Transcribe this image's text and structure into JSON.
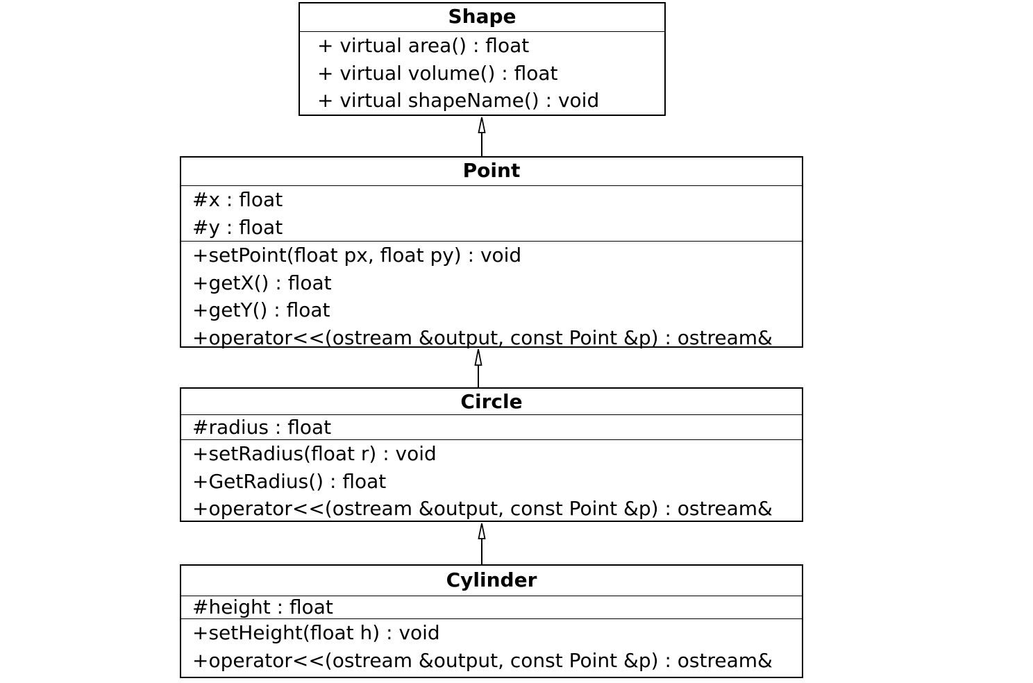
{
  "classes": {
    "shape": {
      "name": "Shape",
      "methods": [
        "+ virtual area() : float",
        "+ virtual volume() : float",
        "+ virtual shapeName() : void"
      ]
    },
    "point": {
      "name": "Point",
      "attributes": [
        "#x : float",
        "#y : float"
      ],
      "methods": [
        "+setPoint(float px, float py) : void",
        "+getX() : float",
        "+getY() : float",
        "+operator<<(ostream &output, const Point &p) : ostream&"
      ]
    },
    "circle": {
      "name": "Circle",
      "attributes": [
        "#radius : float"
      ],
      "methods": [
        "+setRadius(float r) : void",
        "+GetRadius() : float",
        "+operator<<(ostream &output, const Point &p) : ostream&"
      ]
    },
    "cylinder": {
      "name": "Cylinder",
      "attributes": [
        "#height : float"
      ],
      "methods": [
        "+setHeight(float h) : void",
        "+operator<<(ostream &output, const Point &p) : ostream&"
      ]
    }
  },
  "relationships": [
    {
      "type": "generalization",
      "from": "Point",
      "to": "Shape"
    },
    {
      "type": "generalization",
      "from": "Circle",
      "to": "Point"
    },
    {
      "type": "generalization",
      "from": "Cylinder",
      "to": "Circle"
    }
  ]
}
